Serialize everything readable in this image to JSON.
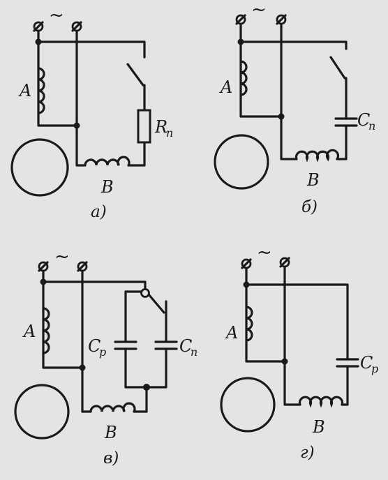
{
  "supply_symbol": "~",
  "winding_labels": {
    "main": "A",
    "aux": "B"
  },
  "resistor_label": {
    "main": "R",
    "sub": "п"
  },
  "capacitor_start": {
    "main": "C",
    "sub": "п"
  },
  "capacitor_run": {
    "main": "C",
    "sub": "р"
  },
  "captions": [
    "а)",
    "б)",
    "в)",
    "г)"
  ]
}
